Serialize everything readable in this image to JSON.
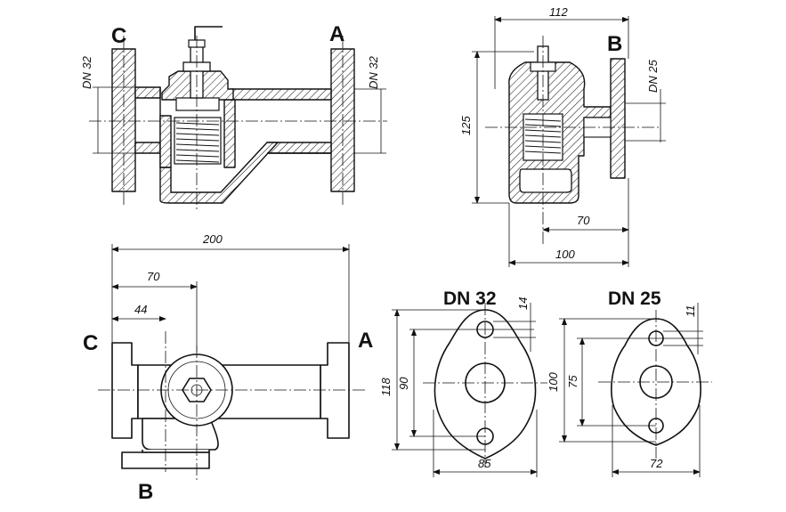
{
  "drawing": {
    "port_labels": {
      "front_c": "C",
      "front_a": "A",
      "side_b": "B",
      "plan_c": "C",
      "plan_a": "A",
      "plan_b": "B"
    },
    "front_view": {
      "dn_left": "DN 32",
      "dn_right": "DN 32"
    },
    "side_view": {
      "width": "112",
      "height": "125",
      "dn": "DN 25",
      "dim_70": "70",
      "dim_100": "100"
    },
    "plan_view": {
      "length": "200",
      "offset_70": "70",
      "offset_44": "44"
    },
    "flange_dn32": {
      "title": "DN 32",
      "overall_height": "118",
      "bolt_spacing": "90",
      "hole_dim": "14",
      "width": "85"
    },
    "flange_dn25": {
      "title": "DN 25",
      "overall_height": "100",
      "bolt_spacing": "75",
      "hole_dim": "11",
      "width": "72"
    }
  }
}
